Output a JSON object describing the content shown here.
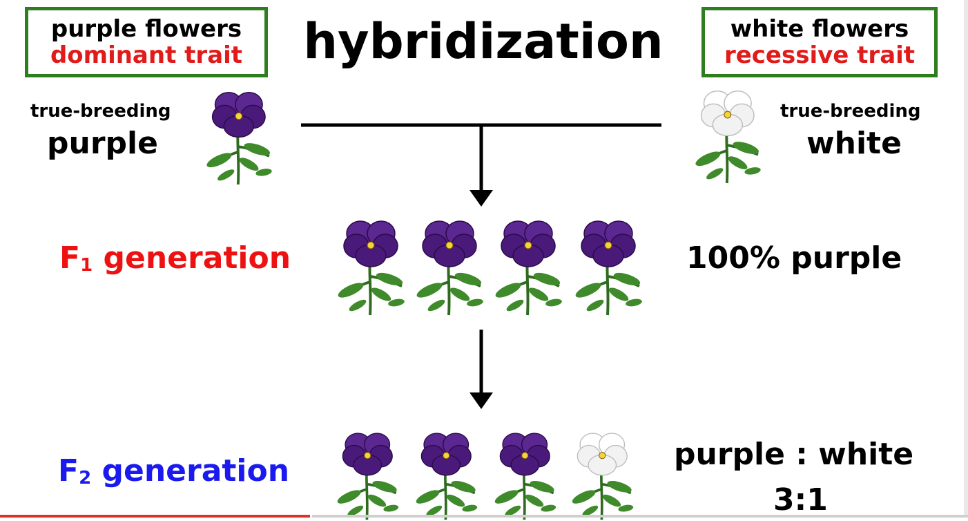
{
  "title": "hybridization",
  "left_box": {
    "line1": "purple flowers",
    "line2": "dominant trait"
  },
  "right_box": {
    "line1": "white flowers",
    "line2": "recessive trait"
  },
  "parent_left": {
    "label_small": "true-breeding",
    "label_big": "purple"
  },
  "parent_right": {
    "label_small": "true-breeding",
    "label_big": "white"
  },
  "f1": {
    "label": "F",
    "sub": "1",
    "word": "generation",
    "result": "100% purple",
    "flowers": [
      "purple",
      "purple",
      "purple",
      "purple"
    ]
  },
  "f2": {
    "label": "F",
    "sub": "2",
    "word": "generation",
    "result": "purple : white",
    "ratio": "3:1",
    "flowers": [
      "purple",
      "purple",
      "purple",
      "white"
    ]
  },
  "colors": {
    "f1_label": "#ee1111",
    "f2_label": "#1a1aee",
    "box_border": "#2e7d1f",
    "trait_text": "#e11a1a",
    "purple_petal": "#4a1a7a",
    "white_petal": "#f2f2f2"
  },
  "progress": {
    "fraction": 0.32
  }
}
